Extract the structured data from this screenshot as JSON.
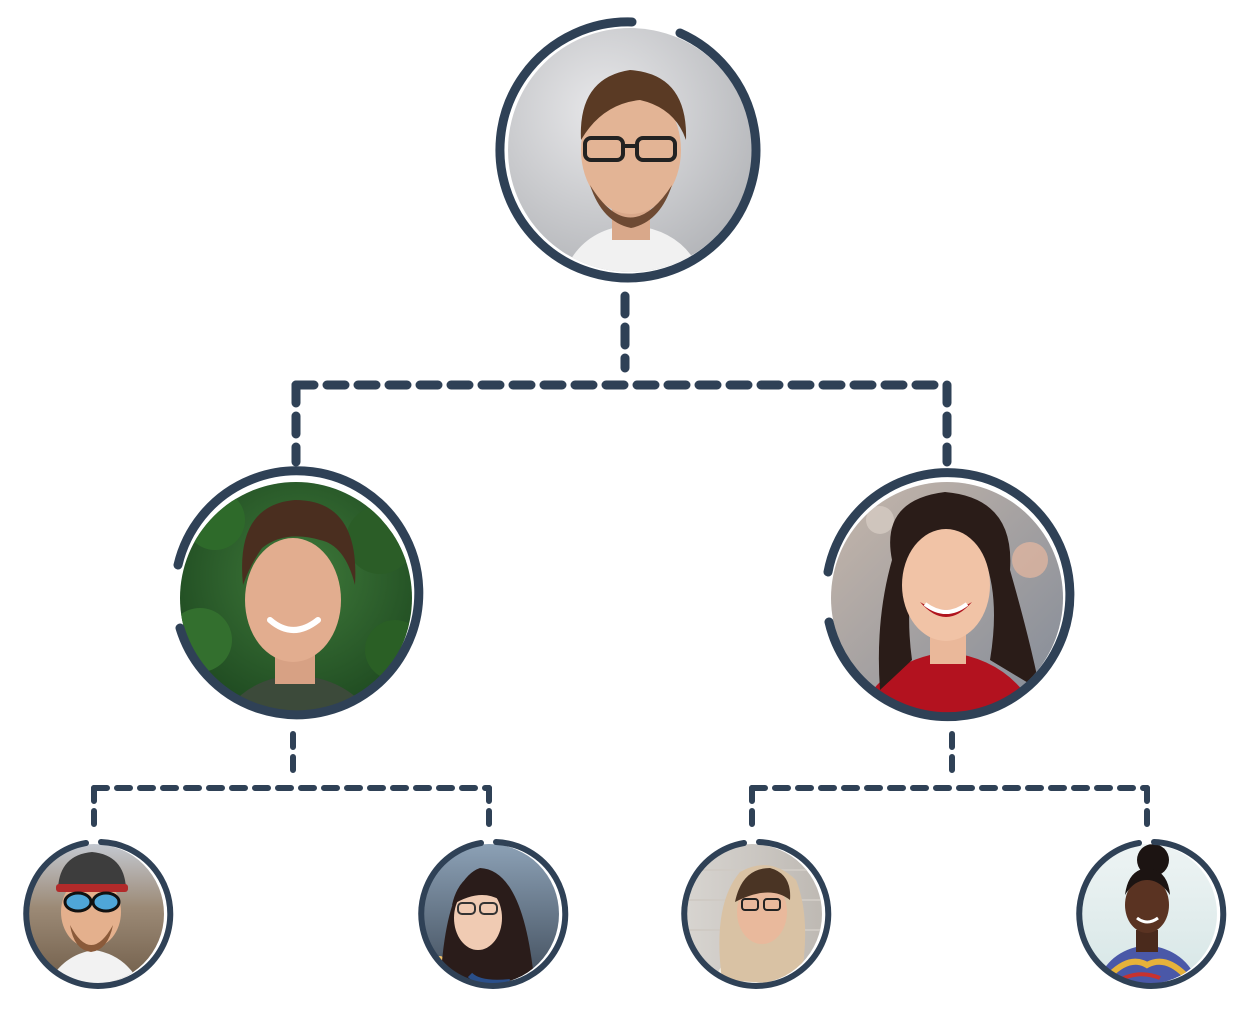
{
  "diagram": {
    "type": "org-chart",
    "line_color": "#2f4156",
    "root": {
      "id": "root",
      "label": "",
      "photo": "man-glasses-grey-backdrop",
      "children": [
        {
          "id": "left-manager",
          "label": "",
          "photo": "curly-hair-man-foliage",
          "children": [
            {
              "id": "left-child-1",
              "label": "",
              "photo": "man-cap-sunglasses"
            },
            {
              "id": "left-child-2",
              "label": "",
              "photo": "woman-glasses-dark-hair"
            }
          ]
        },
        {
          "id": "right-manager",
          "label": "",
          "photo": "smiling-woman-red-top",
          "children": [
            {
              "id": "right-child-1",
              "label": "",
              "photo": "blonde-woman-glasses"
            },
            {
              "id": "right-child-2",
              "label": "",
              "photo": "woman-hair-bun"
            }
          ]
        }
      ]
    }
  }
}
